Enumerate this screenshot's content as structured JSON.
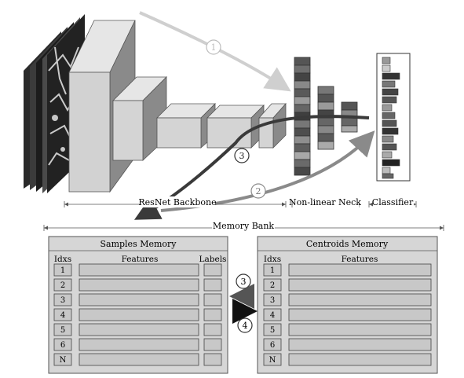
{
  "steps": {
    "one": "1",
    "two": "2",
    "three": "3",
    "four": "4"
  },
  "labels": {
    "backbone": "ResNet Backbone",
    "neck": "Non-linear Neck",
    "classifier": "Classifier",
    "memory_bank": "Memory Bank"
  },
  "samples_memory": {
    "title": "Samples Memory",
    "col_idx": "Idxs",
    "col_features": "Features",
    "col_labels": "Labels",
    "rows": [
      "1",
      "2",
      "3",
      "4",
      "5",
      "6",
      "N"
    ]
  },
  "centroids_memory": {
    "title": "Centroids Memory",
    "col_idx": "Idxs",
    "col_features": "Features",
    "rows": [
      "1",
      "2",
      "3",
      "4",
      "5",
      "6",
      "N"
    ]
  },
  "colors": {
    "arrow1": "#cfcfcf",
    "arrow2": "#8a8a8a",
    "arrow3": "#3a3a3a",
    "panel_fill": "#d6d6d6",
    "cell_fill": "#c8c8c8"
  }
}
